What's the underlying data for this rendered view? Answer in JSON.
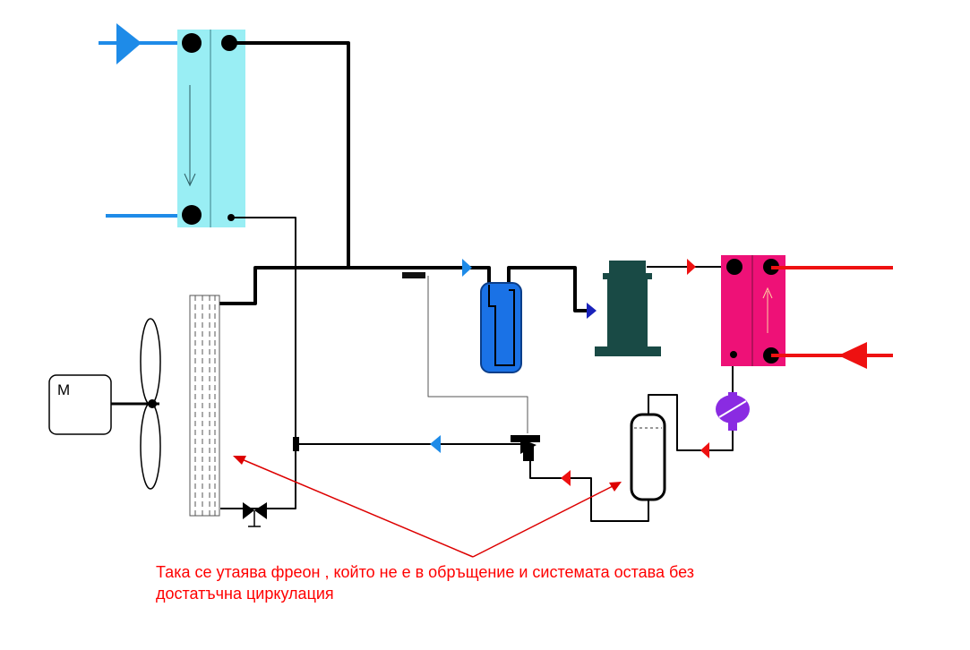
{
  "diagram": {
    "motor_label": "M",
    "caption": {
      "line1": "Така се утаява фреон , който не е в обръщение и системата остава без",
      "line2": "достатъчна циркулация"
    }
  },
  "colors": {
    "pipe": "#000000",
    "water_cold": "#1e8be8",
    "water_hot": "#ee1111",
    "condenser_plate": "#99eef4",
    "evaporator_plate": "#ee1177",
    "separator": "#1a72e6",
    "compressor": "#194a45",
    "filter_drier": "#8a2be2",
    "annotation": "#dd0000"
  },
  "icons": [
    "fan-icon",
    "motor-icon",
    "expansion-valve-icon",
    "shutoff-valve-icon",
    "flow-arrow-icon"
  ]
}
